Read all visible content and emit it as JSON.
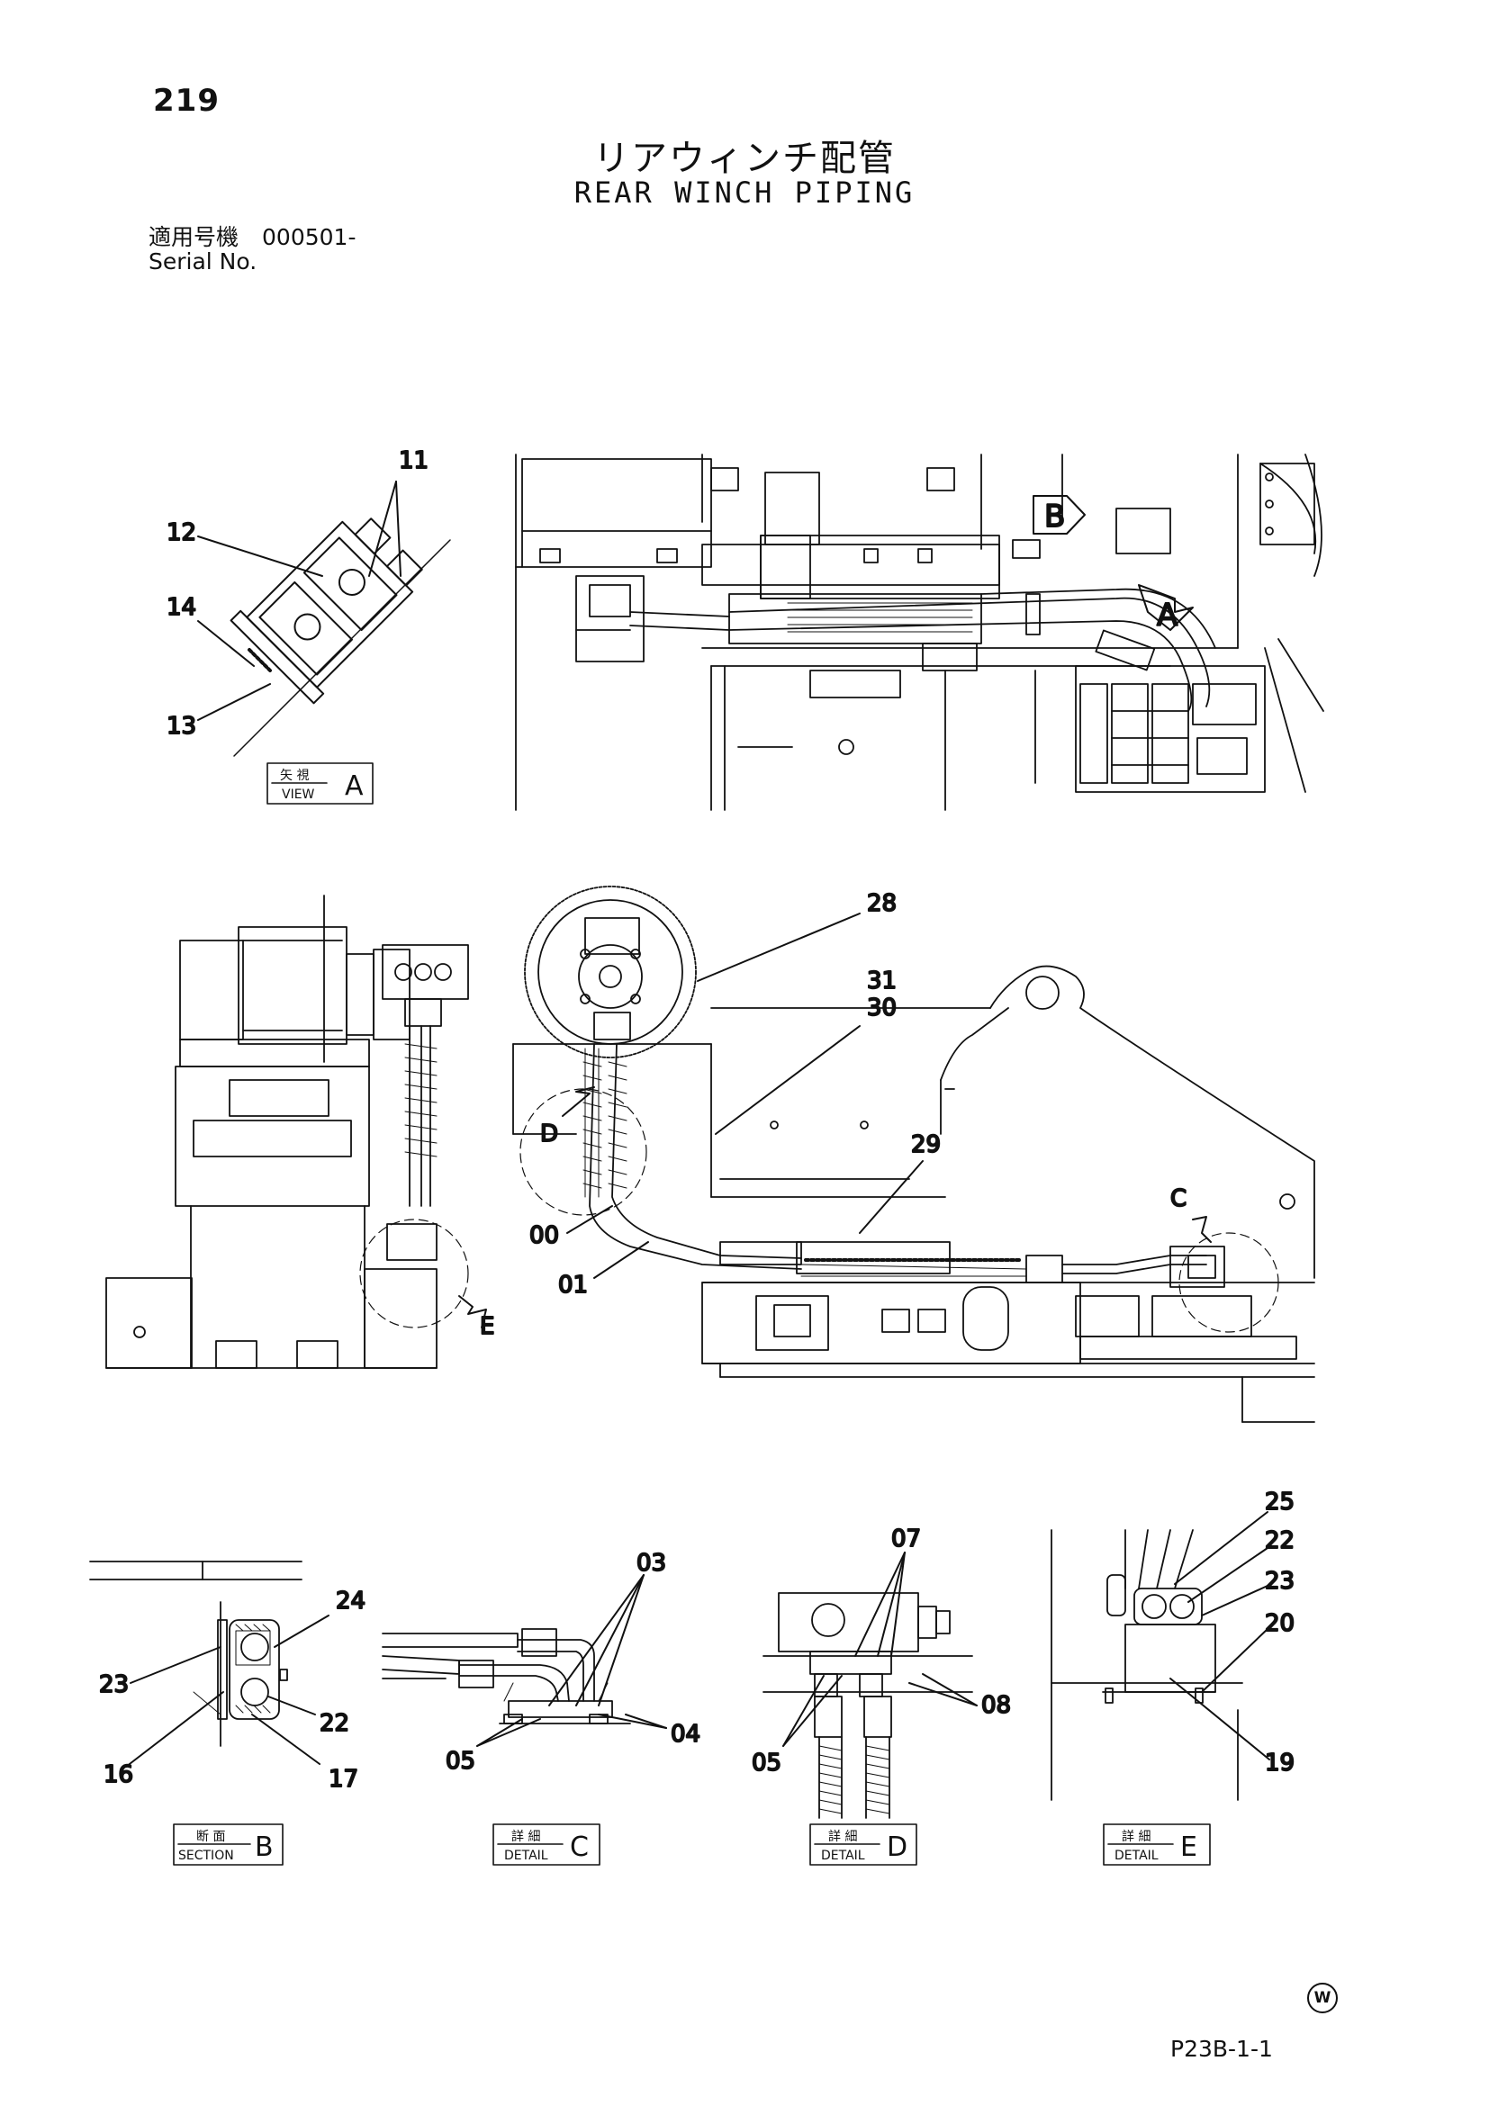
{
  "header": {
    "page_number": "219",
    "title_ja": "リアウィンチ配管",
    "title_en": "REAR WINCH PIPING",
    "serial_label_ja": "適用号機",
    "serial_value": "000501-",
    "serial_label_en": "Serial No."
  },
  "callouts": {
    "c11": "11",
    "c12": "12",
    "c13": "13",
    "c14": "14",
    "c28": "28",
    "c31": "31",
    "c30": "30",
    "c29": "29",
    "c00": "00",
    "c01": "01",
    "c24": "24",
    "c23": "23",
    "c22": "22",
    "c16": "16",
    "c17": "17",
    "c03": "03",
    "c04": "04",
    "c05": "05",
    "c07": "07",
    "c08": "08",
    "c05b": "05",
    "c25": "25",
    "c22b": "22",
    "c23b": "23",
    "c20": "20",
    "c19": "19"
  },
  "view_markers": {
    "b": "B",
    "a": "A",
    "c": "C",
    "d": "D",
    "e": "E"
  },
  "view_boxes": [
    {
      "ja": "矢 視",
      "en": "VIEW",
      "letter": "A"
    },
    {
      "ja": "断 面",
      "en": "SECTION",
      "letter": "B"
    },
    {
      "ja": "詳 細",
      "en": "DETAIL",
      "letter": "C"
    },
    {
      "ja": "詳 細",
      "en": "DETAIL",
      "letter": "D"
    },
    {
      "ja": "詳 細",
      "en": "DETAIL",
      "letter": "E"
    }
  ],
  "footer": {
    "mark": "W",
    "code": "P23B-1-1"
  }
}
